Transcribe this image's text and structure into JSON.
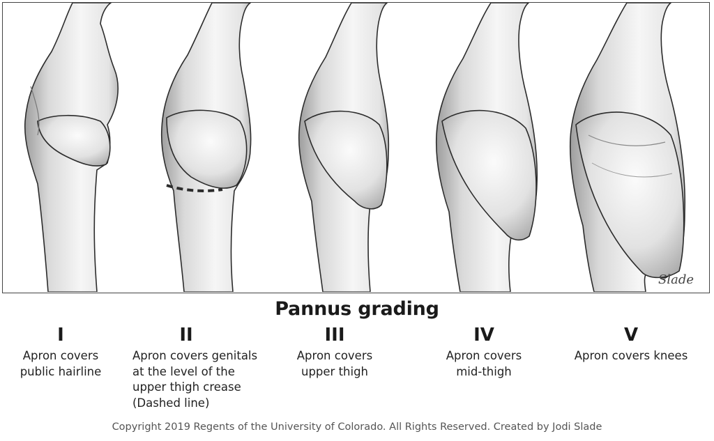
{
  "figure": {
    "signature": "Slade",
    "dashed_line_note": "dashed upper-thigh crease line on figure II"
  },
  "heading": "Pannus grading",
  "grades": [
    {
      "roman": "I",
      "description": [
        "Apron covers",
        "public hairline"
      ]
    },
    {
      "roman": "II",
      "description": [
        "Apron covers genitals",
        "at the level of the",
        "upper thigh crease",
        "(Dashed line)"
      ]
    },
    {
      "roman": "III",
      "description": [
        "Apron covers",
        "upper thigh"
      ]
    },
    {
      "roman": "IV",
      "description": [
        "Apron covers",
        "mid-thigh"
      ]
    },
    {
      "roman": "V",
      "description": [
        "Apron covers knees"
      ]
    }
  ],
  "copyright": "Copyright 2019 Regents of the University of Colorado. All Rights Reserved. Created by Jodi Slade",
  "colors": {
    "skin_light": "#f2f2f2",
    "skin_shadow": "#b8b8b8",
    "outline": "#2b2b2b",
    "text": "#1a1a1a",
    "caption": "#555555"
  }
}
